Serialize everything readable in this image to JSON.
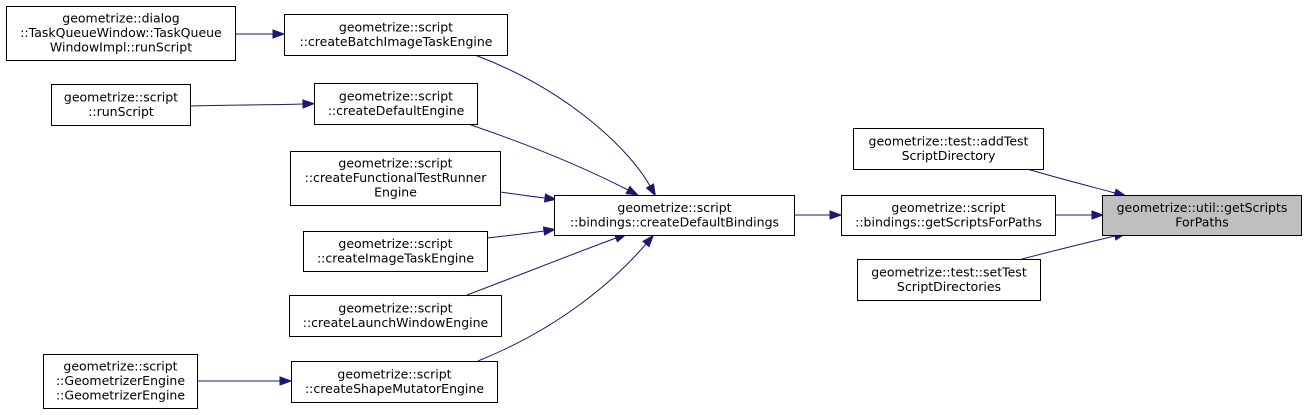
{
  "diagram": {
    "type": "call-graph",
    "colors": {
      "edge": "#191970",
      "node_border": "#000000",
      "node_fill": "#ffffff",
      "focus_fill": "#bfbfbf"
    },
    "nodes": [
      {
        "id": "focus",
        "lines": [
          "geometrize::util::getScripts",
          "ForPaths"
        ],
        "focus": true
      },
      {
        "id": "addTest",
        "lines": [
          "geometrize::test::addTest",
          "ScriptDirectory"
        ]
      },
      {
        "id": "getScriptsForPaths",
        "lines": [
          "geometrize::script",
          "::bindings::getScriptsForPaths"
        ]
      },
      {
        "id": "setTest",
        "lines": [
          "geometrize::test::setTest",
          "ScriptDirectories"
        ]
      },
      {
        "id": "createDefaultBindings",
        "lines": [
          "geometrize::script",
          "::bindings::createDefaultBindings"
        ]
      },
      {
        "id": "createBatch",
        "lines": [
          "geometrize::script",
          "::createBatchImageTaskEngine"
        ]
      },
      {
        "id": "createDefault",
        "lines": [
          "geometrize::script",
          "::createDefaultEngine"
        ]
      },
      {
        "id": "createFunctional",
        "lines": [
          "geometrize::script",
          "::createFunctionalTestRunner",
          "Engine"
        ]
      },
      {
        "id": "createImageTask",
        "lines": [
          "geometrize::script",
          "::createImageTaskEngine"
        ]
      },
      {
        "id": "createLaunch",
        "lines": [
          "geometrize::script",
          "::createLaunchWindowEngine"
        ]
      },
      {
        "id": "createShape",
        "lines": [
          "geometrize::script",
          "::createShapeMutatorEngine"
        ]
      },
      {
        "id": "taskQueue",
        "lines": [
          "geometrize::dialog",
          "::TaskQueueWindow::TaskQueue",
          "WindowImpl::runScript"
        ]
      },
      {
        "id": "runScript",
        "lines": [
          "geometrize::script",
          "::runScript"
        ]
      },
      {
        "id": "geometrizerEngine",
        "lines": [
          "geometrize::script",
          "::GeometrizerEngine",
          "::GeometrizerEngine"
        ]
      }
    ],
    "edges": [
      {
        "from": "addTest",
        "to": "focus"
      },
      {
        "from": "getScriptsForPaths",
        "to": "focus"
      },
      {
        "from": "setTest",
        "to": "focus"
      },
      {
        "from": "createDefaultBindings",
        "to": "getScriptsForPaths"
      },
      {
        "from": "createBatch",
        "to": "createDefaultBindings"
      },
      {
        "from": "createDefault",
        "to": "createDefaultBindings"
      },
      {
        "from": "createFunctional",
        "to": "createDefaultBindings"
      },
      {
        "from": "createImageTask",
        "to": "createDefaultBindings"
      },
      {
        "from": "createLaunch",
        "to": "createDefaultBindings"
      },
      {
        "from": "createShape",
        "to": "createDefaultBindings"
      },
      {
        "from": "taskQueue",
        "to": "createBatch"
      },
      {
        "from": "runScript",
        "to": "createDefault"
      },
      {
        "from": "geometrizerEngine",
        "to": "createShape"
      }
    ]
  }
}
